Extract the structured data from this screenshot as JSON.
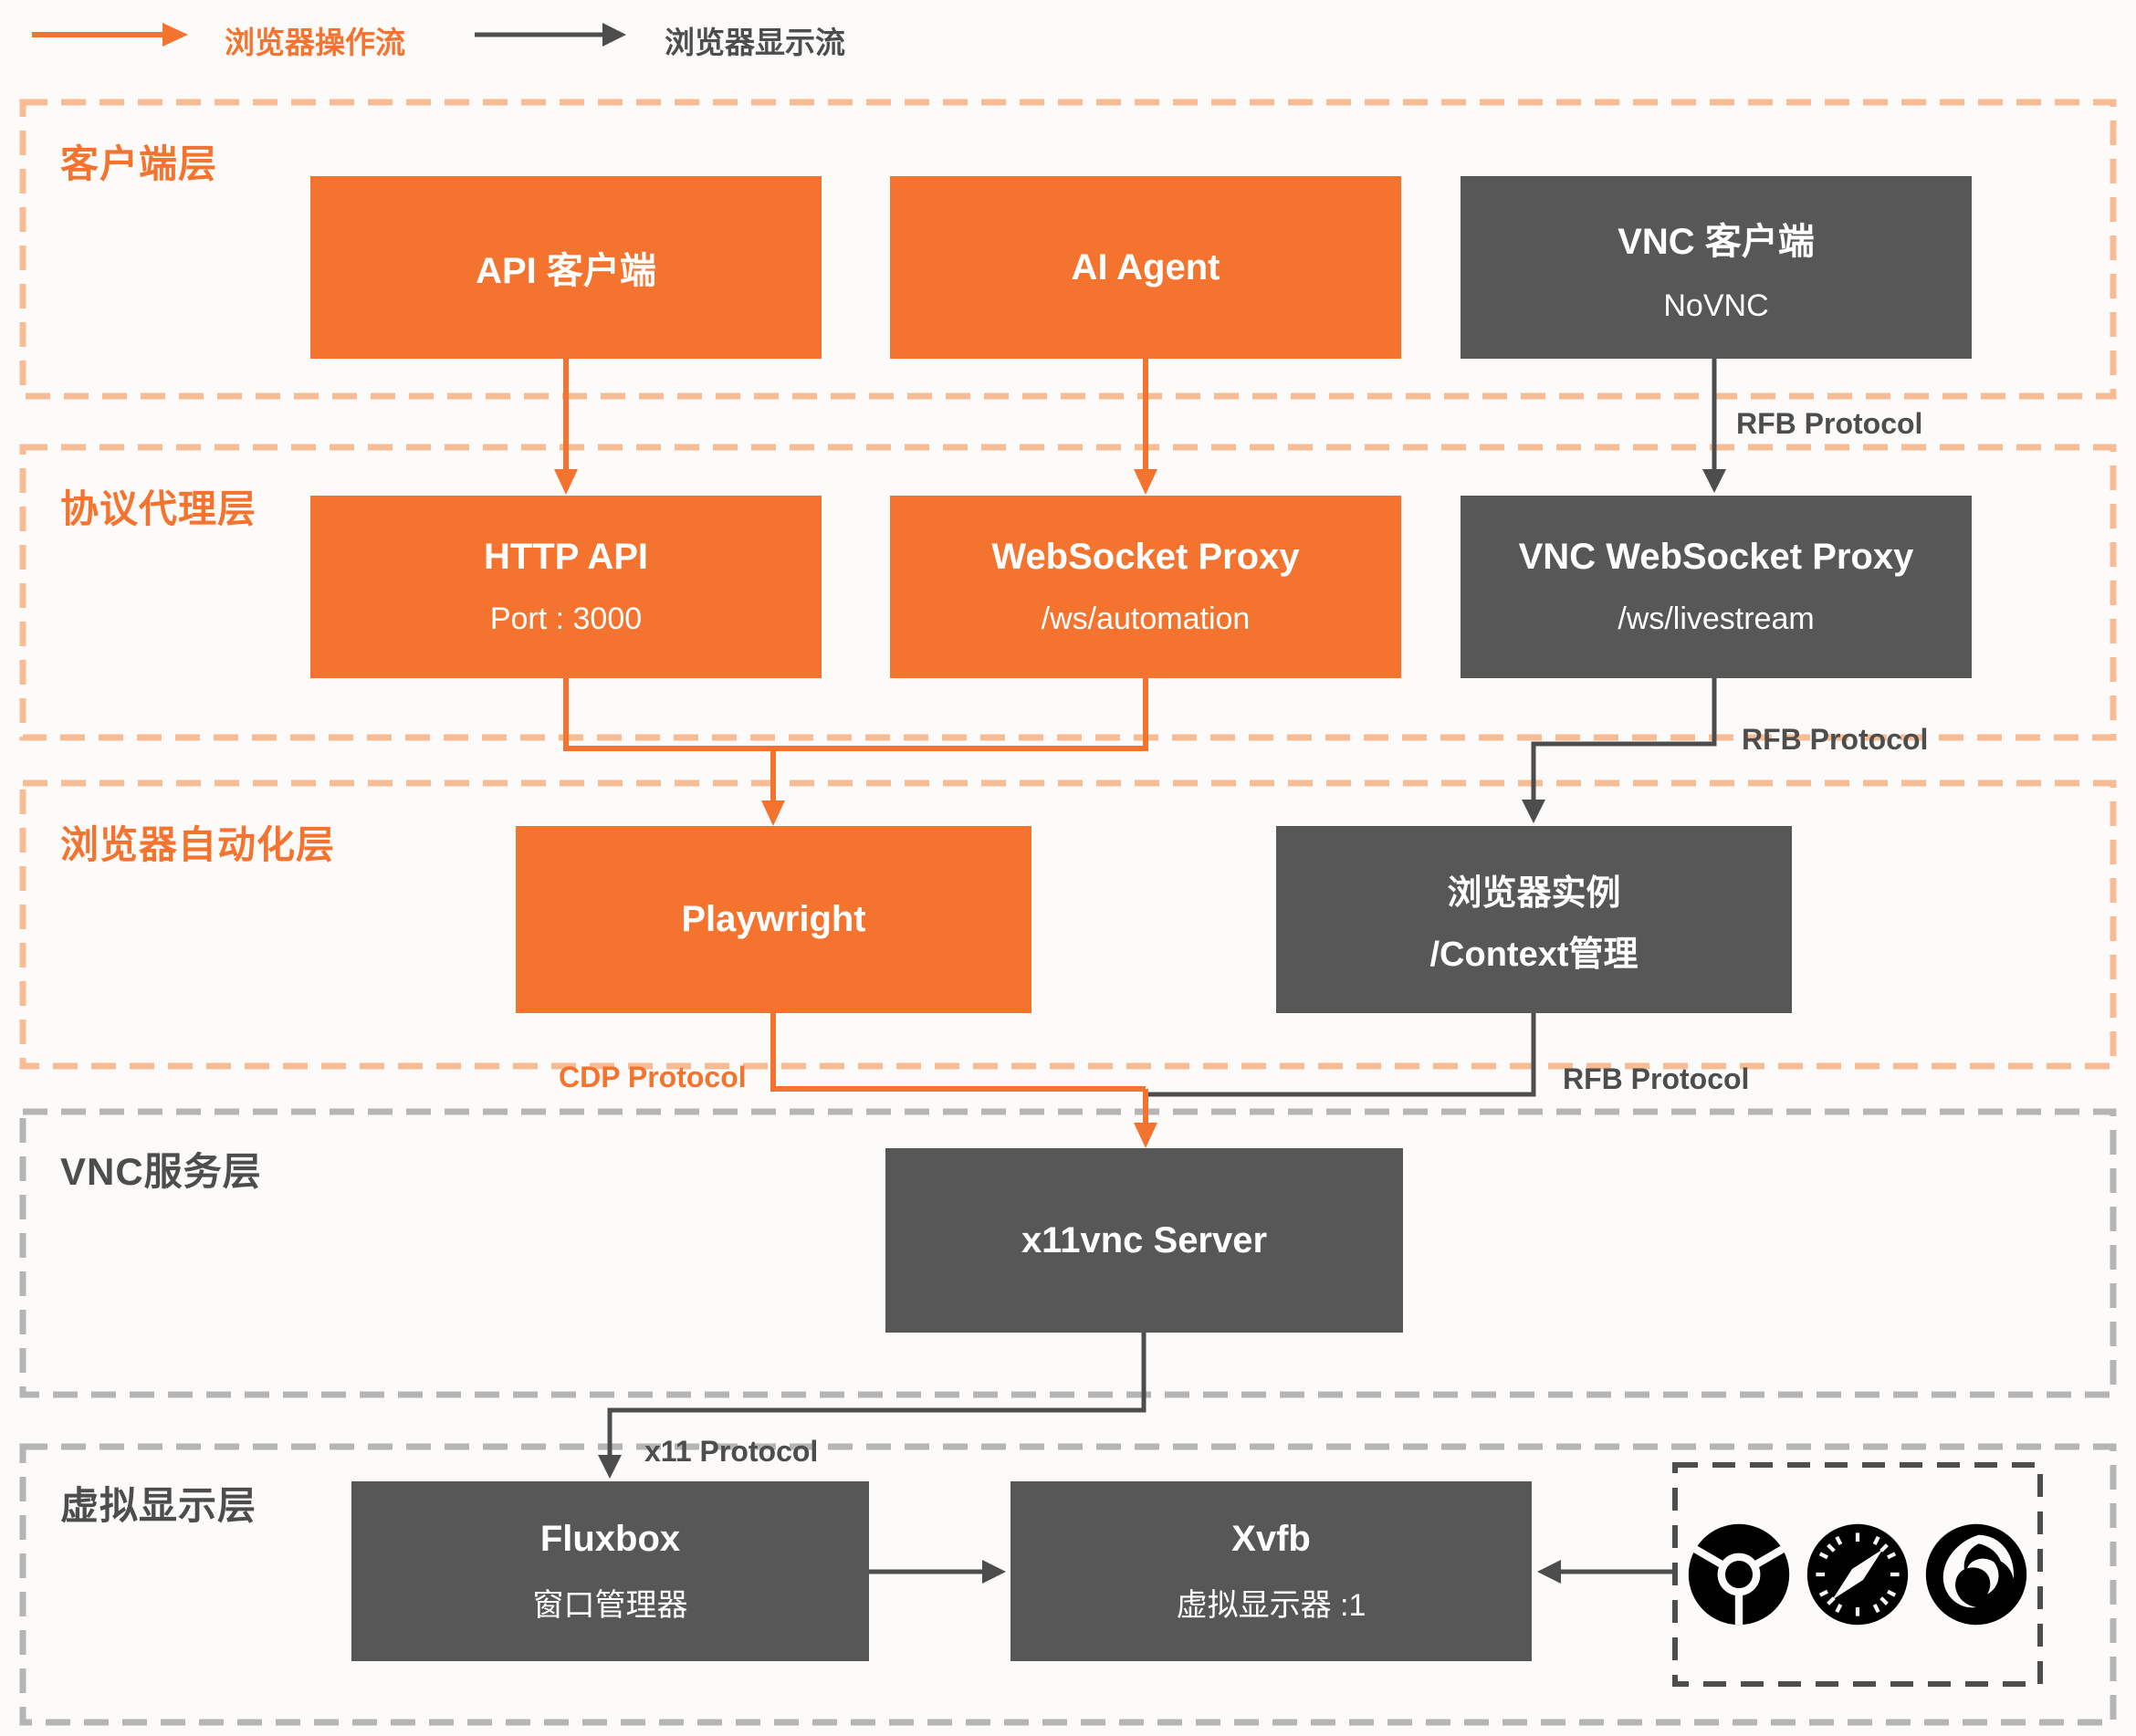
{
  "legend": {
    "operation_flow_label": "浏览器操作流",
    "display_flow_label": "浏览器显示流"
  },
  "colors": {
    "orange": "#F4742F",
    "orange_dash": "#F8BC94",
    "dark_box": "#575757",
    "gray_dash": "#B5B5B5",
    "dark_text": "#4D4D4D",
    "background": "#FCFBFA"
  },
  "layers": [
    {
      "label": "客户端层",
      "nodes": [
        {
          "title": "API 客户端"
        },
        {
          "title": "AI Agent"
        },
        {
          "title": "VNC 客户端",
          "subtitle": "NoVNC"
        }
      ]
    },
    {
      "label": "协议代理层",
      "nodes": [
        {
          "title": "HTTP API",
          "subtitle": "Port : 3000"
        },
        {
          "title": "WebSocket Proxy",
          "subtitle": "/ws/automation"
        },
        {
          "title": "VNC WebSocket Proxy",
          "subtitle": "/ws/livestream"
        }
      ]
    },
    {
      "label": "浏览器自动化层",
      "nodes": [
        {
          "title": "Playwright"
        },
        {
          "title": "浏览器实例",
          "subtitle": "/Context管理"
        }
      ]
    },
    {
      "label": "VNC服务层",
      "nodes": [
        {
          "title": "x11vnc Server"
        }
      ]
    },
    {
      "label": "虚拟显示层",
      "nodes": [
        {
          "title": "Fluxbox",
          "subtitle": "窗口管理器"
        },
        {
          "title": "Xvfb",
          "subtitle": "虚拟显示器 :1"
        }
      ]
    }
  ],
  "protocol_labels": {
    "rfb_client": "RFB Protocol",
    "rfb_proxy": "RFB Protocol",
    "cdp": "CDP Protocol",
    "rfb_context": "RFB Protocol",
    "x11": "x11 Protocol"
  },
  "browser_icons": [
    "chrome-icon",
    "safari-icon",
    "firefox-icon"
  ]
}
